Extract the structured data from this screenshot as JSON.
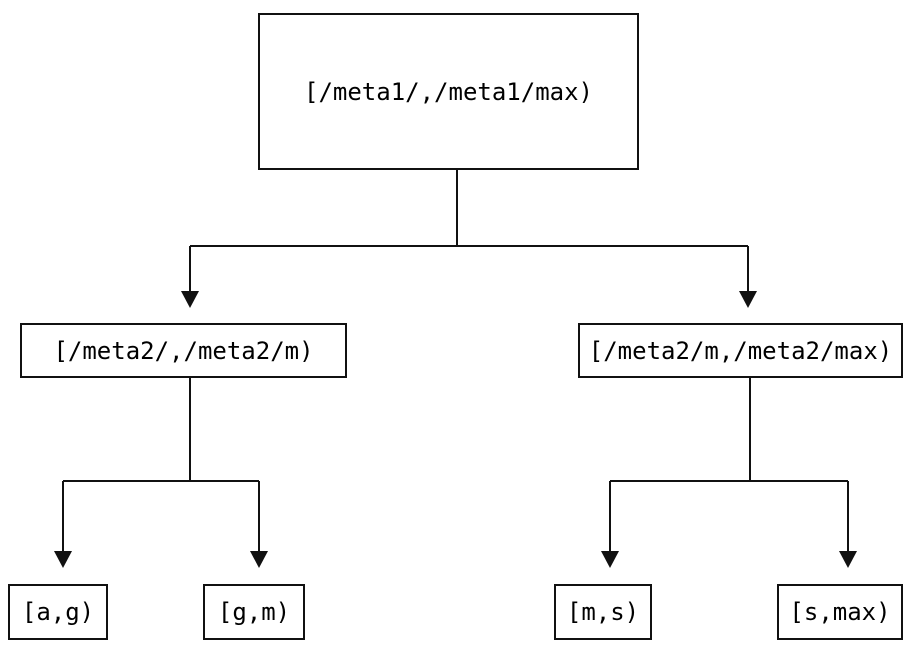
{
  "diagram": {
    "type": "interval-partition-tree",
    "nodes": {
      "root": {
        "label": "[/meta1/,/meta1/max)"
      },
      "left_child": {
        "label": "[/meta2/,/meta2/m)"
      },
      "right_child": {
        "label": "[/meta2/m,/meta2/max)"
      },
      "leaf_a_g": {
        "label": "[a,g)"
      },
      "leaf_g_m": {
        "label": "[g,m)"
      },
      "leaf_m_s": {
        "label": "[m,s)"
      },
      "leaf_s_max": {
        "label": "[s,max)"
      }
    },
    "edges": [
      {
        "from": "root",
        "to": "left_child"
      },
      {
        "from": "root",
        "to": "right_child"
      },
      {
        "from": "left_child",
        "to": "leaf_a_g"
      },
      {
        "from": "left_child",
        "to": "leaf_g_m"
      },
      {
        "from": "right_child",
        "to": "leaf_m_s"
      },
      {
        "from": "right_child",
        "to": "leaf_s_max"
      }
    ],
    "colors": {
      "background": "#ffffff",
      "line": "#111111",
      "node_border": "#111111",
      "text": "#000000"
    }
  }
}
